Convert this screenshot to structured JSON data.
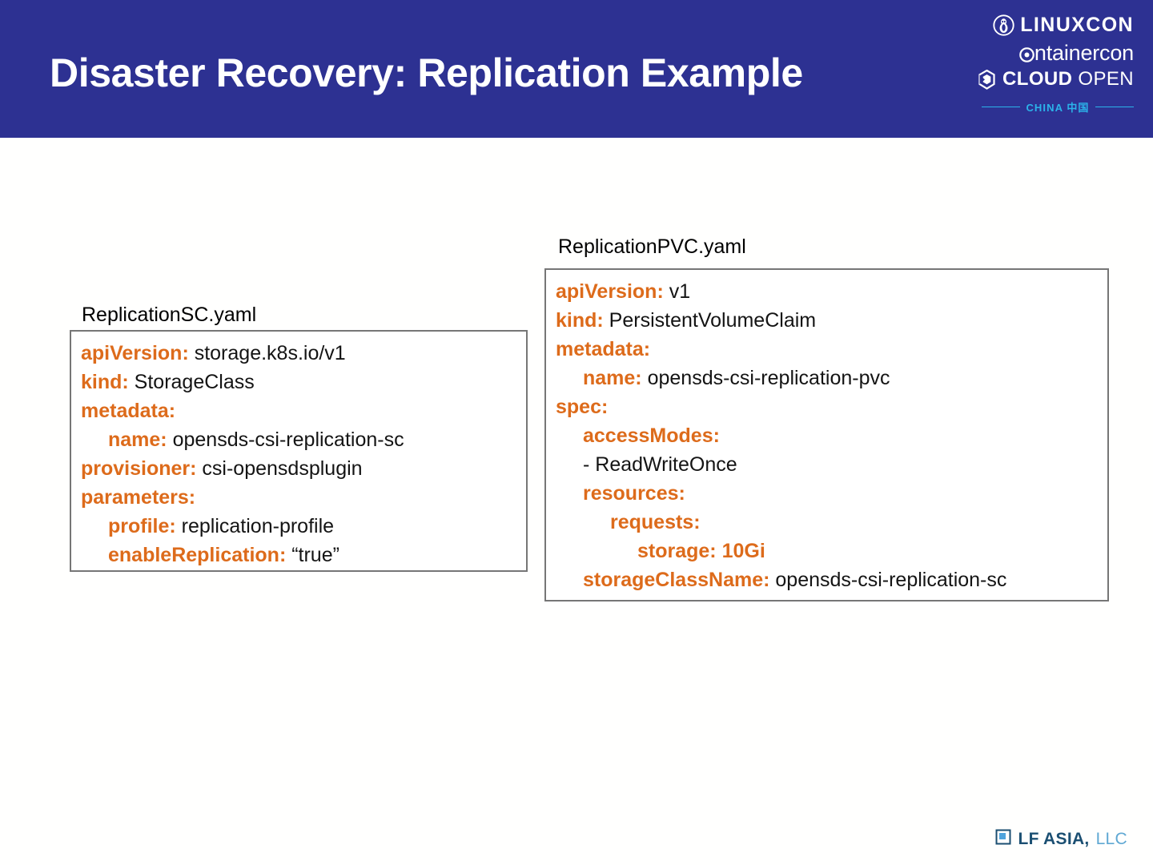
{
  "slide": {
    "title": "Disaster Recovery: Replication Example",
    "header_color": "#2D3192",
    "accent_color": "#DD6B1B",
    "body_color": "#FFFFFE"
  },
  "event_logo": {
    "linuxcon": "LINUXCON",
    "containercon_pre": "c",
    "containercon_post": "ntainercon",
    "cloud": "CLOUD",
    "open": "OPEN",
    "country": "CHINA 中国",
    "country_color": "#2BB3EA",
    "penguin_icon": "linux-penguin-icon",
    "cloud_icon": "cloudopen-hex-icon"
  },
  "cards": [
    {
      "id": "sc",
      "label": "ReplicationSC.yaml",
      "lines": [
        {
          "indent": 0,
          "key": "apiVersion:",
          "value": " storage.k8s.io/v1",
          "value_orange": false
        },
        {
          "indent": 0,
          "key": "kind:",
          "value": " StorageClass",
          "value_orange": false
        },
        {
          "indent": 0,
          "key": "metadata:",
          "value": "",
          "value_orange": false
        },
        {
          "indent": 1,
          "key": "name:",
          "value": " opensds-csi-replication-sc",
          "value_orange": false
        },
        {
          "indent": 0,
          "key": "provisioner:",
          "value": " csi-opensdsplugin",
          "value_orange": false
        },
        {
          "indent": 0,
          "key": "parameters:",
          "value": "",
          "value_orange": false
        },
        {
          "indent": 1,
          "key": "profile:",
          "value": " replication-profile",
          "value_orange": false
        },
        {
          "indent": 1,
          "key": "enableReplication:",
          "value": " “true”",
          "value_orange": false
        }
      ]
    },
    {
      "id": "pvc",
      "label": "ReplicationPVC.yaml",
      "lines": [
        {
          "indent": 0,
          "key": "apiVersion:",
          "value": " v1",
          "value_orange": false
        },
        {
          "indent": 0,
          "key": "kind:",
          "value": " PersistentVolumeClaim",
          "value_orange": false
        },
        {
          "indent": 0,
          "key": "metadata:",
          "value": "",
          "value_orange": false
        },
        {
          "indent": 1,
          "key": "name:",
          "value": " opensds-csi-replication-pvc",
          "value_orange": false
        },
        {
          "indent": 0,
          "key": "spec:",
          "value": "",
          "value_orange": false
        },
        {
          "indent": 1,
          "key": "accessModes:",
          "value": "",
          "value_orange": false
        },
        {
          "indent": 1,
          "key": "",
          "value": "- ReadWriteOnce",
          "value_orange": false
        },
        {
          "indent": 1,
          "key": "resources:",
          "value": "",
          "value_orange": false
        },
        {
          "indent": 2,
          "key": "requests:",
          "value": "",
          "value_orange": false
        },
        {
          "indent": 3,
          "key": "storage:",
          "value": " 10Gi",
          "value_orange": true
        },
        {
          "indent": 1,
          "key": "storageClassName:",
          "value": " opensds-csi-replication-sc",
          "value_orange": false
        }
      ]
    }
  ],
  "footer": {
    "lf_dark": "LF ASIA,",
    "lf_light": "LLC",
    "lf_mark_icon": "lf-square-icon"
  }
}
